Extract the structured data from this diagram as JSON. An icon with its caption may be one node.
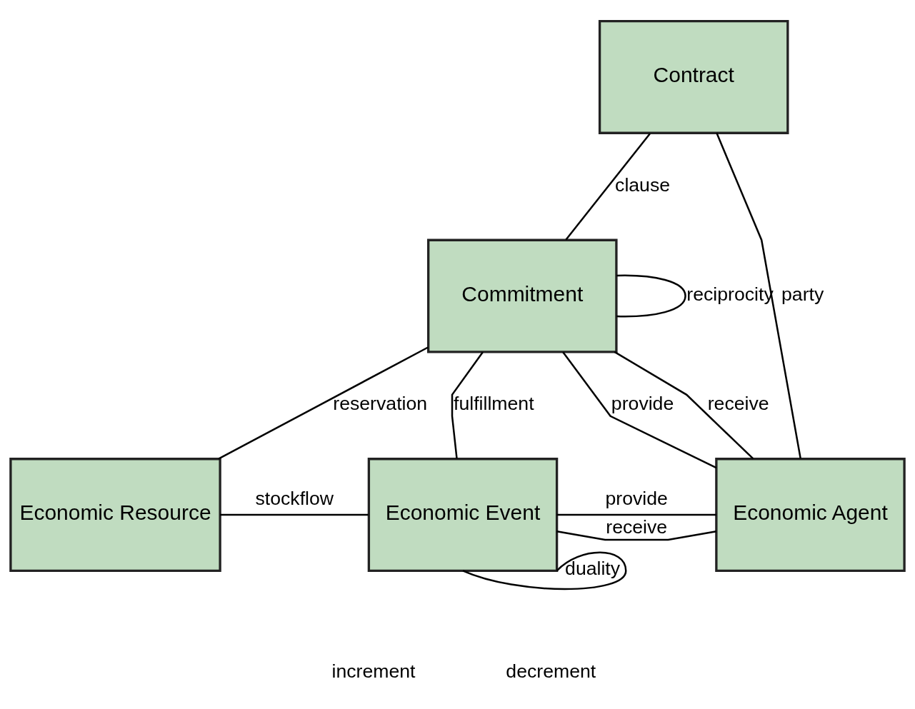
{
  "diagram": {
    "nodes": [
      {
        "text": [
          "Contract"
        ]
      },
      {
        "text": [
          "Commitment"
        ]
      },
      {
        "text": [
          "Economic Resource"
        ]
      },
      {
        "text": [
          "Economic Event"
        ]
      },
      {
        "text": [
          "Economic Agent"
        ]
      }
    ],
    "edges": [
      {
        "from": 0,
        "to": 4,
        "arrow": "none",
        "label": "party"
      },
      {
        "from": 0,
        "to": 1,
        "arrow": "none",
        "label": "clause"
      },
      {
        "from": 1,
        "to": 4,
        "arrow": "none",
        "label": "provide"
      },
      {
        "from": 1,
        "to": 2,
        "arrow": "none",
        "label": "reservation"
      },
      {
        "from": 1,
        "to": 4,
        "arrow": "none",
        "label": "receive"
      },
      {
        "from": 1,
        "to": 1,
        "arrow": "none",
        "label": "reciprocity"
      },
      {
        "from": 1,
        "to": 3,
        "arrow": "none",
        "label": "fulfillment"
      },
      {
        "from": 2,
        "to": 3,
        "arrow": "none",
        "label": "stockflow"
      },
      {
        "from": 3,
        "to": 4,
        "arrow": "none",
        "label": "provide"
      },
      {
        "from": 3,
        "to": 4,
        "arrow": "none",
        "label": "receive"
      },
      {
        "from": 3,
        "to": 3,
        "arrow": "none",
        "label": "duality"
      }
    ],
    "labels": [
      "increment",
      "decrement"
    ]
  }
}
